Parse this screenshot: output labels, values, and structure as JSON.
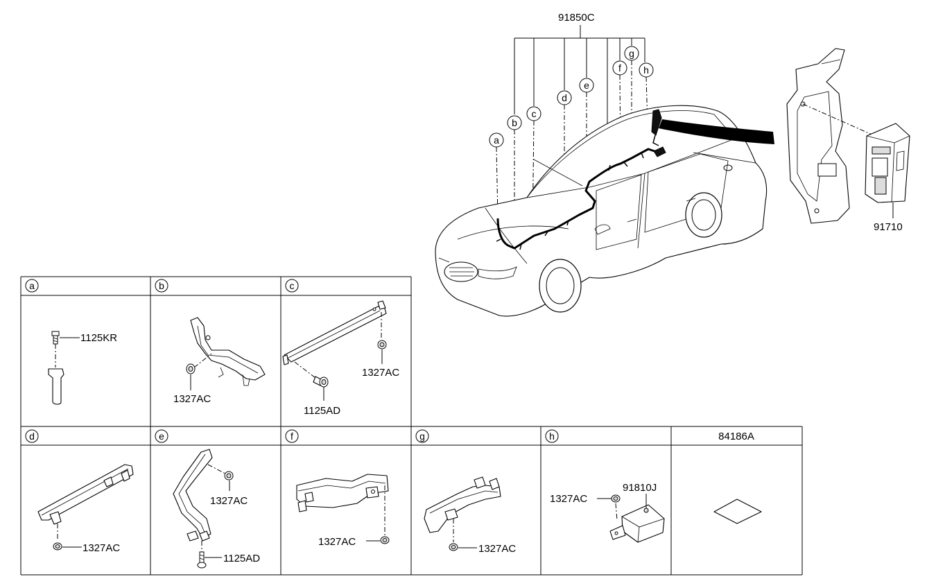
{
  "main_harness": {
    "part_number": "91850C",
    "callouts": [
      "a",
      "b",
      "c",
      "d",
      "e",
      "f",
      "g",
      "h"
    ]
  },
  "module": {
    "part_number": "91710"
  },
  "cells": [
    {
      "letter": "a",
      "labels": [
        "1125KR"
      ]
    },
    {
      "letter": "b",
      "labels": [
        "1327AC"
      ]
    },
    {
      "letter": "c",
      "labels": [
        "1327AC",
        "1125AD"
      ]
    },
    {
      "letter": "d",
      "labels": [
        "1327AC"
      ]
    },
    {
      "letter": "e",
      "labels": [
        "1327AC",
        "1125AD"
      ]
    },
    {
      "letter": "f",
      "labels": [
        "1327AC"
      ]
    },
    {
      "letter": "g",
      "labels": [
        "1327AC"
      ]
    },
    {
      "letter": "h",
      "labels": [
        "1327AC",
        "91810J"
      ]
    },
    {
      "header_text": "84186A"
    }
  ]
}
